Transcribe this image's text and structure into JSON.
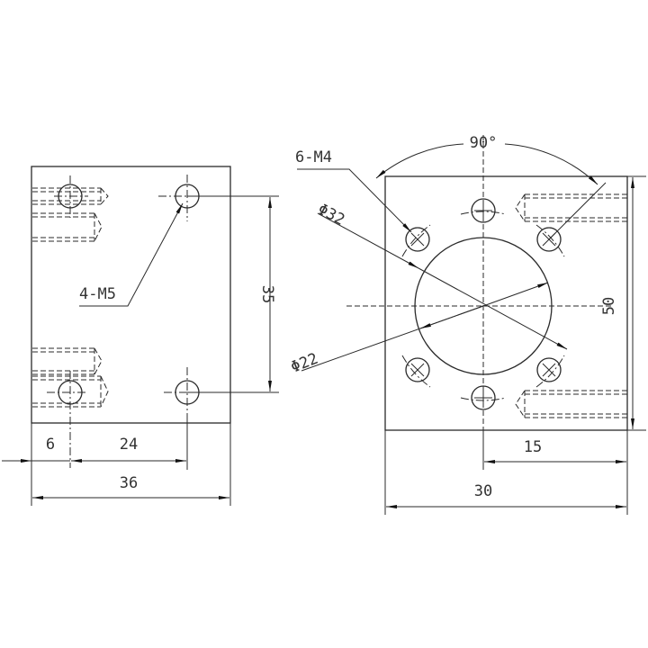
{
  "drawing": {
    "type": "mechanical-drawing",
    "views": [
      "side-view",
      "front-view"
    ],
    "line_color": "#2a2a2a",
    "background": "#ffffff"
  },
  "side_view": {
    "callout": "4-M5",
    "dim_vertical": "35",
    "dim_bottom_left": "6",
    "dim_bottom_mid": "24",
    "dim_overall": "36"
  },
  "front_view": {
    "callout_holes": "6-M4",
    "angle": "90°",
    "dia_bolt_circle": "Φ32",
    "dia_bore": "Φ22",
    "dim_height": "50",
    "dim_half_width": "15",
    "dim_width": "30"
  }
}
